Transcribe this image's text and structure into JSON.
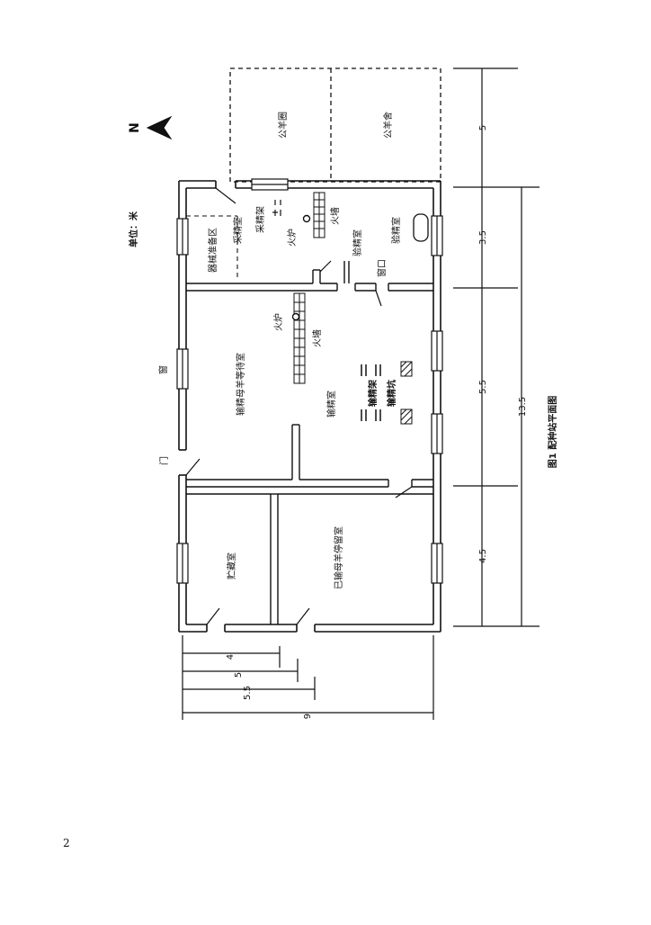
{
  "figure": {
    "caption": "图1  配种站平面图",
    "unit_label": "单位：米",
    "north_label": "N"
  },
  "rooms": {
    "ram_pen": "公羊圈",
    "ram_house": "公羊舍",
    "semen_collection": "采精室",
    "equipment_prep": "器械准备区",
    "collection_rack": "采精架",
    "stove_upper": "火炉",
    "fire_wall_upper": "火墙",
    "semen_testing": "验精室",
    "semen_test_upper": "验精室",
    "window_opening": "窗口",
    "waiting_ewes": "输精母羊等待室",
    "stove_lower": "火炉",
    "fire_wall_lower": "火墙",
    "insemination": "输精室",
    "insemination_rack": "输精架",
    "insemination_pit": "输精坑",
    "inseminated_ewes": "已输母羊停留室",
    "storage": "贮藏室",
    "window_label": "窗",
    "door_label": "门"
  },
  "dimensions": {
    "right": [
      "5",
      "3.5",
      "5.5",
      "4.5",
      "13.5"
    ],
    "bottom": [
      "4",
      "5",
      "5.5",
      "9"
    ]
  },
  "page_number": "2"
}
